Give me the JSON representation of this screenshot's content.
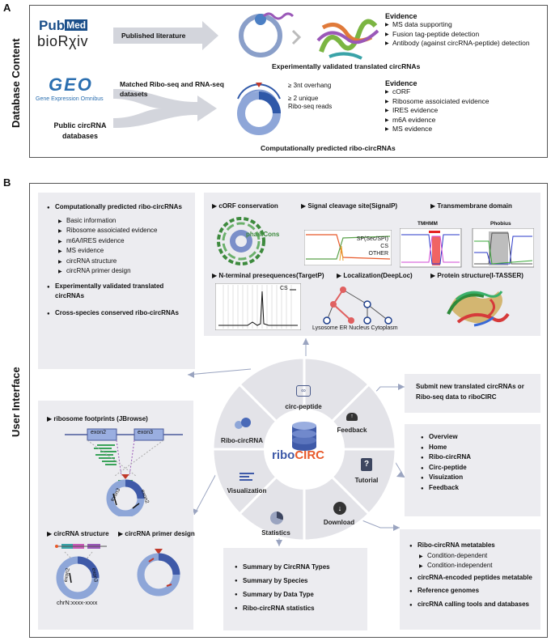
{
  "panel_a": {
    "letter": "A",
    "side_label": "Database Content",
    "logos": {
      "pubmed_pub": "Pub",
      "pubmed_med": "Med",
      "biorxiv": "bioRχiv",
      "geo": "GEO",
      "geo_sub": "Gene Expression Omnibus",
      "public": "Public circRNA databases"
    },
    "arrow1": "Published literature",
    "arrow2": "Matched Ribo-seq and RNA-seq datasets",
    "caption1": "Experimentally validated translated circRNAs",
    "caption2": "Computationally predicted ribo-circRNAs",
    "overhang": "≥ 3nt overhang",
    "reads_line1": "≥ 2 unique",
    "reads_line2": "Ribo-seq reads",
    "evidence1": {
      "title": "Evidence",
      "items": [
        "MS data supporting",
        "Fusion tag-peptide detection",
        "Antibody (against circRNA-peptide) detection"
      ]
    },
    "evidence2": {
      "title": "Evidence",
      "items": [
        "cORF",
        "Ribosome assoiciated evidence",
        "IRES evidence",
        "m6A evidence",
        "MS evidence"
      ]
    }
  },
  "panel_b": {
    "letter": "B",
    "side_label": "User Interface",
    "left_top": {
      "heading1": "Computationally predicted ribo-circRNAs",
      "sub": [
        "Basic information",
        "Ribosome assoiciated evidence",
        "m6A/IRES evidence",
        "MS evidence",
        "circRNA structure",
        "circRNA primer design"
      ],
      "heading2": "Experimentally validated translated circRNAs",
      "heading3": "Cross-species conserved ribo-circRNAs"
    },
    "top_panel": {
      "corf": "cORF conservation",
      "phastcons": "phastCons",
      "signal": "Signal cleavage site(SignalP)",
      "sp": "SP(Sec/SPI)",
      "cs": "CS",
      "other": "OTHER",
      "tm": "Transmembrane domain",
      "tmhmm": "TMHMM",
      "phobius": "Phobius",
      "nterm": "N-terminal presequences(TargetP)",
      "nterm_cs": "CS",
      "loc": "Localization(DeepLoc)",
      "loc_labels": [
        "Lysosome",
        "ER",
        "Nucleus",
        "Cytoplasm"
      ],
      "struct": "Protein structure(I-TASSER)"
    },
    "left_bottom": {
      "jbrowse": "ribosome footprints (JBrowse)",
      "exon2": "exon2",
      "exon3": "exon3",
      "circ_exon3": "exon3",
      "circ_exon2": "exon2",
      "structure": "circRNA structure",
      "primer": "circRNA primer design",
      "chr": "chrN:xxxx-xxxx",
      "s_exon2": "exon2",
      "s_exon3": "exon3"
    },
    "wheel": {
      "center_ribo": "ribo",
      "center_circ": "CIRC",
      "circ_peptide": "circ-peptide",
      "feedback": "Feedback",
      "tutorial": "Tutorial",
      "download": "Download",
      "statistics": "Statistics",
      "visualization": "Visualization",
      "ribo_circrna": "Ribo-circRNA"
    },
    "submit": "Submit new translated circRNAs or Ribo-seq data to riboCIRC",
    "tutorial_items": [
      "Overview",
      "Home",
      "Ribo-circRNA",
      "Circ-peptide",
      "Visuization",
      "Feedback"
    ],
    "download_items": {
      "metatables": "Ribo-circRNA metatables",
      "sub": [
        "Condition-dependent",
        "Condition-independent"
      ],
      "others": [
        "circRNA-encoded peptides metatable",
        "Reference genomes",
        "circRNA calling tools and databases"
      ]
    },
    "statistics_items": [
      "Summary by CircRNA Types",
      "Summary by Species",
      "Summary by Data Type",
      "Ribo-circRNA statistics"
    ]
  },
  "colors": {
    "accent_orange": "#e8592a",
    "blue_dark": "#1f3f8c",
    "blue_light": "#8ea6d8",
    "panel_gray": "#ececf0",
    "wheel_gray": "#e3e3e8"
  }
}
